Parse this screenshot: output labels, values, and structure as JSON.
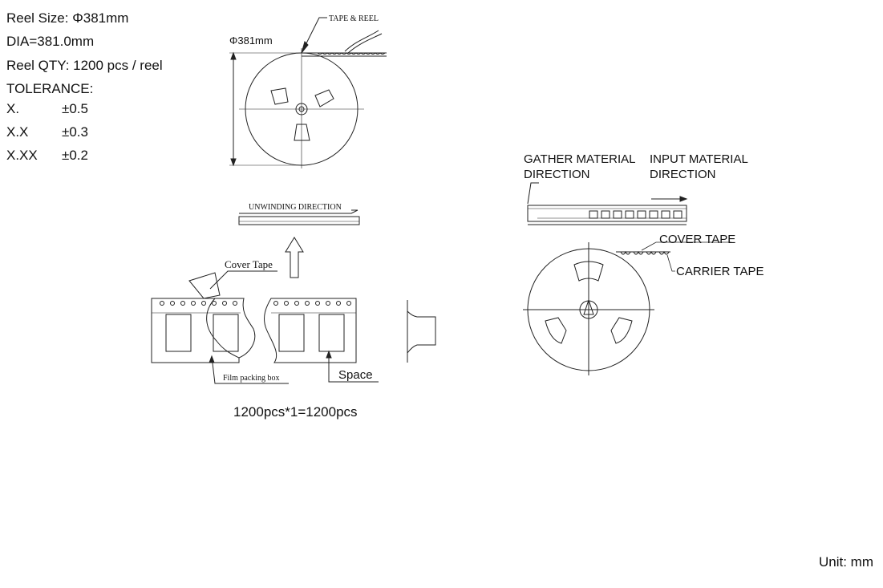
{
  "spec": {
    "reel_size": "Reel Size: Φ381mm",
    "dia": "DIA=381.0mm",
    "reel_qty": "Reel QTY: 1200 pcs / reel",
    "tolerance_title": "TOLERANCE:",
    "tolerances": [
      {
        "key": "X.",
        "value": "±0.5"
      },
      {
        "key": "X.X",
        "value": "±0.3"
      },
      {
        "key": "X.XX",
        "value": "±0.2"
      }
    ]
  },
  "reel_diagram": {
    "diameter_label": "Φ381mm",
    "tape_reel_label": "TAPE & REEL",
    "unwinding_label": "UNWINDING DIRECTION"
  },
  "tape_diagram": {
    "cover_tape_label": "Cover Tape",
    "film_box_label": "Film packing box",
    "space_label": "Space"
  },
  "right_diagram": {
    "gather_label_1": "GATHER MATERIAL",
    "gather_label_2": "DIRECTION",
    "input_label_1": "INPUT MATERIAL",
    "input_label_2": "DIRECTION",
    "cover_tape_label": "COVER TAPE",
    "carrier_tape_label": "CARRIER TAPE"
  },
  "total_label": "1200pcs*1=1200pcs",
  "unit_label": "Unit: mm"
}
